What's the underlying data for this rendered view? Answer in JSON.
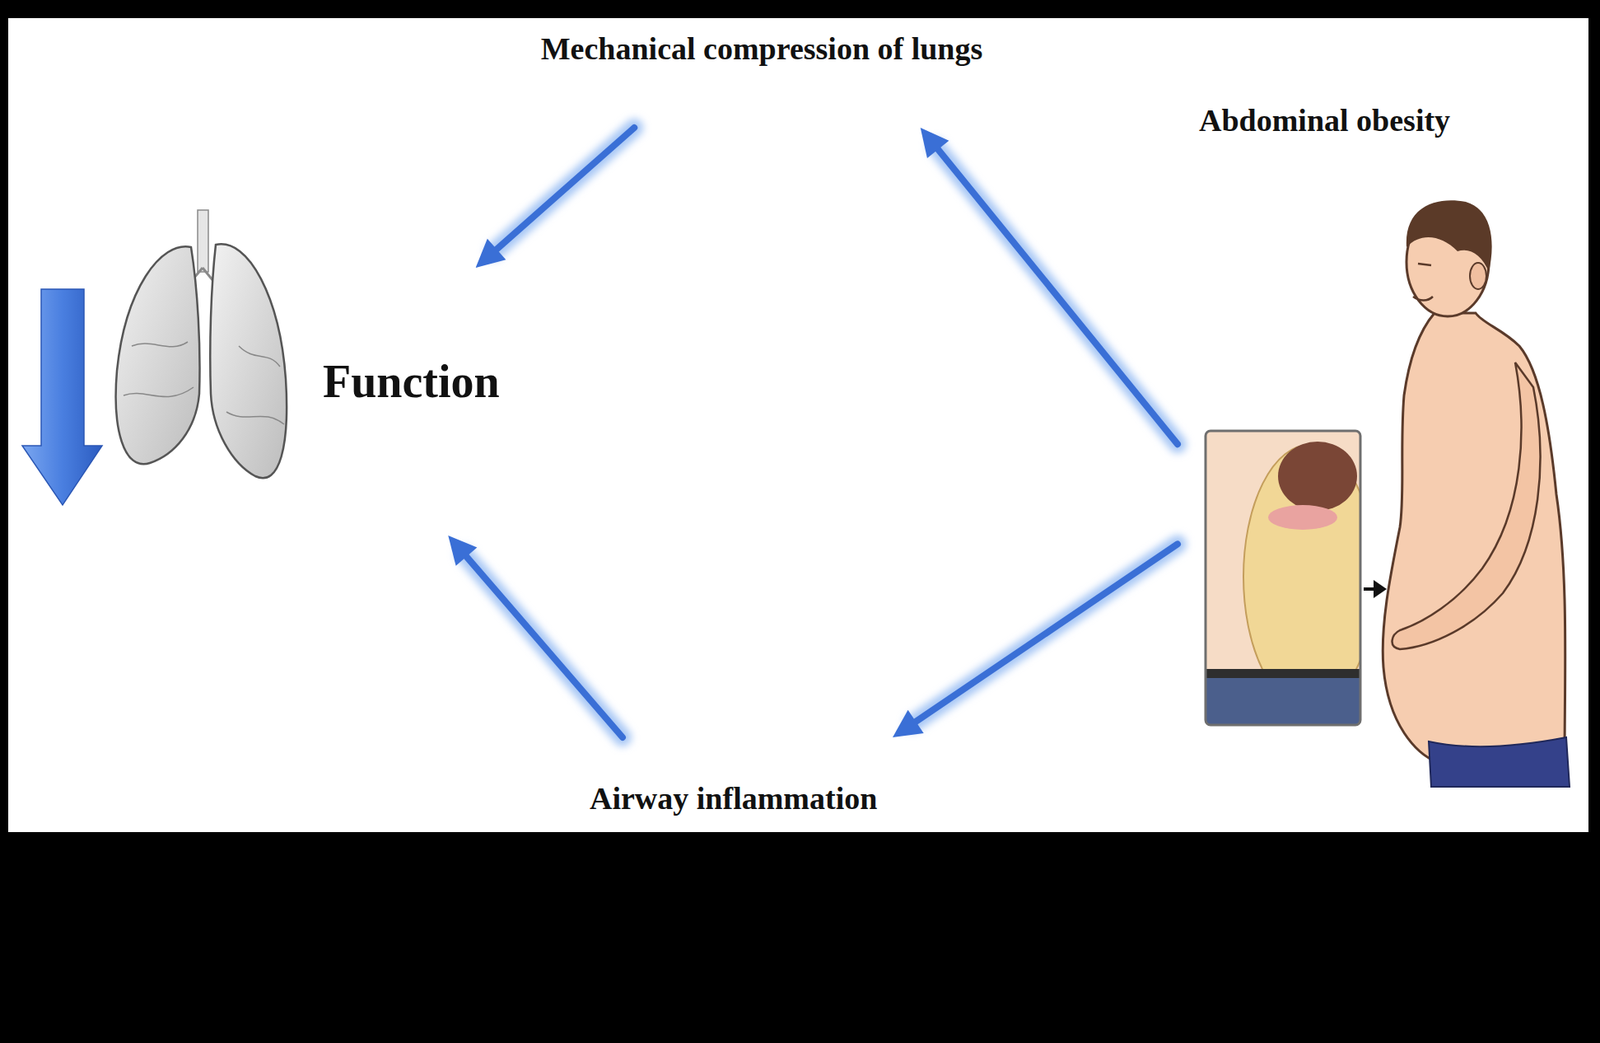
{
  "diagram": {
    "nodes": [
      {
        "text": [
          "Mechanical compression of lungs"
        ]
      },
      {
        "text": [
          "Abdominal obesity"
        ]
      },
      {
        "text": [
          "Function"
        ]
      },
      {
        "text": [
          "Airway inflammation"
        ]
      }
    ],
    "edges": [
      {
        "from": 1,
        "to": 0,
        "arrow": "to"
      },
      {
        "from": 0,
        "to": 2,
        "arrow": "to"
      },
      {
        "from": 1,
        "to": 3,
        "arrow": "to"
      },
      {
        "from": 3,
        "to": 2,
        "arrow": "to"
      }
    ]
  }
}
